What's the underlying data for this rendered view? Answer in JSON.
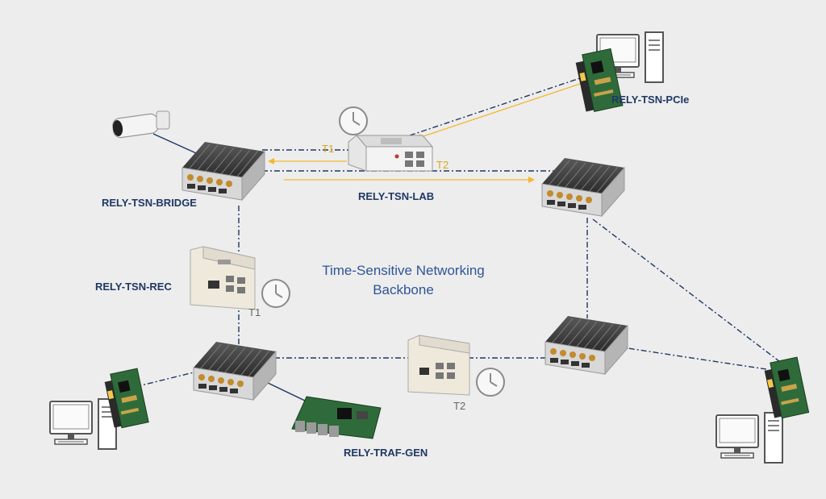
{
  "diagram": {
    "title_line1": "Time-Sensitive Networking",
    "title_line2": "Backbone",
    "nodes": {
      "bridge": "RELY-TSN-BRIDGE",
      "lab": "RELY-TSN-LAB",
      "pcie": "RELY-TSN-PCIe",
      "rec": "RELY-TSN-REC",
      "traf_gen": "RELY-TRAF-GEN"
    },
    "clock_labels": {
      "lab_t1": "T1",
      "lab_t2": "T2",
      "rec_t1": "T1",
      "bottom_t2": "T2"
    },
    "colors": {
      "backbone_link": "#1f3864",
      "sync_arrow": "#f2b830",
      "label_text": "#1f3864",
      "title_text": "#2e5597",
      "background": "#ededed"
    }
  }
}
